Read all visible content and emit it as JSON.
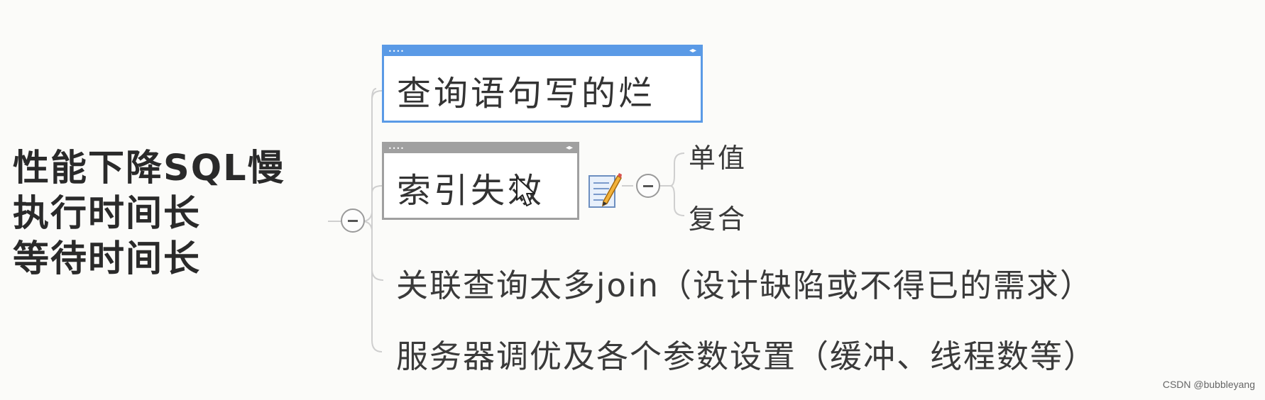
{
  "root": {
    "lines": [
      "性能下降SQL慢",
      "执行时间长",
      "等待时间长"
    ]
  },
  "branches": {
    "b1_label": "查询语句写的烂",
    "b2_label": "索引失效",
    "b2_children": [
      "单值",
      "复合"
    ],
    "b3_label": "关联查询太多join（设计缺陷或不得已的需求）",
    "b4_label": "服务器调优及各个参数设置（缓冲、线程数等）"
  },
  "icons": {
    "collapse_root": "minus-circle-icon",
    "collapse_index": "minus-circle-icon",
    "notes": "notes-pencil-icon",
    "cursor": "mouse-pointer-icon"
  },
  "colors": {
    "selected_border": "#5a9ae6",
    "box_border": "#a0a0a0",
    "connector": "#c8c8c8"
  },
  "watermark": "CSDN @bubbleyang"
}
